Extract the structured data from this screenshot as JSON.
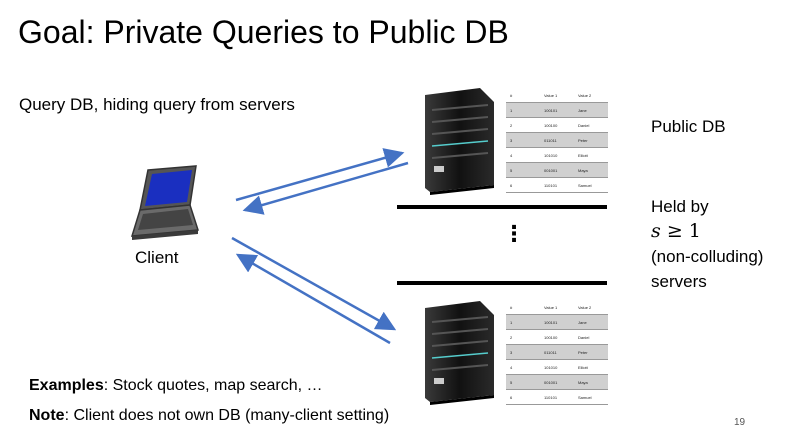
{
  "slide": {
    "title": "Goal:  Private Queries to Public DB",
    "subtitle": "Query DB, hiding query from servers",
    "client_label": "Client",
    "public_db_label": "Public DB",
    "held_by": {
      "line1": "Held by",
      "math_var": "s",
      "math_op": "≥",
      "math_num": "1",
      "line3": "(non-colluding)",
      "line4": "servers"
    },
    "ellipsis": "⋮",
    "examples_label": "Examples",
    "examples_text": ":  Stock quotes, map search, …",
    "note_label": "Note",
    "note_text": ": Client does not own DB (many-client setting)",
    "page_number": "19"
  },
  "db_table": {
    "headers": [
      "#",
      "Value 1",
      "Value 2"
    ],
    "rows": [
      [
        "1",
        "100101",
        "Jane"
      ],
      [
        "2",
        "100100",
        "Daniel"
      ],
      [
        "3",
        "011011",
        "Peter"
      ],
      [
        "4",
        "101010",
        "Elliott"
      ],
      [
        "5",
        "001001",
        "Maya"
      ],
      [
        "6",
        "110101",
        "Samuel"
      ]
    ]
  },
  "colors": {
    "arrow": "#4472c4",
    "laptop_screen": "#1a2fc0",
    "server": "#1e1e1e"
  }
}
